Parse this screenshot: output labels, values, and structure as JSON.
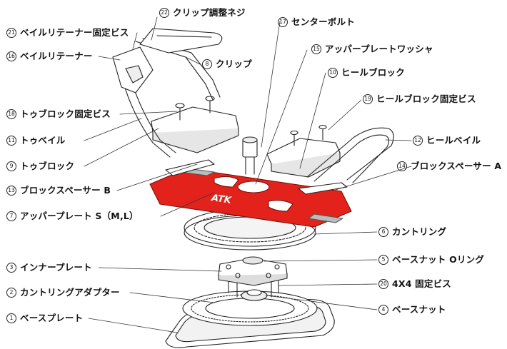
{
  "labels": {
    "p22": {
      "num": "22",
      "text": "クリップ調整ネジ"
    },
    "p21": {
      "num": "21",
      "text": "ベイルリテーナー固定ビス"
    },
    "p16": {
      "num": "16",
      "text": "ベイルリテーナー"
    },
    "p8": {
      "num": "8",
      "text": "クリップ"
    },
    "p17": {
      "num": "17",
      "text": "センターボルト"
    },
    "p15": {
      "num": "15",
      "text": "アッパープレートワッシャ"
    },
    "p10": {
      "num": "10",
      "text": "ヒールブロック"
    },
    "p19": {
      "num": "19",
      "text": "ヒールブロック固定ビス"
    },
    "p18": {
      "num": "18",
      "text": "トゥブロック固定ビス"
    },
    "p11": {
      "num": "11",
      "text": "トゥベイル"
    },
    "p12": {
      "num": "12",
      "text": "ヒールベイル"
    },
    "p9": {
      "num": "9",
      "text": "トゥブロック"
    },
    "p14": {
      "num": "14",
      "text": "ブロックスペーサー A"
    },
    "p13": {
      "num": "13",
      "text": "ブロックスペーサー B"
    },
    "p7": {
      "num": "7",
      "text": "アッパープレート S（M,L）"
    },
    "p6": {
      "num": "6",
      "text": "カントリング"
    },
    "p5": {
      "num": "5",
      "text": "ベースナット Oリング"
    },
    "p3": {
      "num": "3",
      "text": "インナープレート"
    },
    "p20": {
      "num": "20",
      "text": "4X4 固定ビス"
    },
    "p2": {
      "num": "2",
      "text": "カントリングアダプター"
    },
    "p4": {
      "num": "4",
      "text": "ベースナット"
    },
    "p1": {
      "num": "1",
      "text": "ベースプレート"
    }
  },
  "plate_logo": "ATK",
  "colors": {
    "plate_red": "#e3231b",
    "line": "#222222",
    "fill": "#ffffff",
    "shade": "#e6e6e6"
  }
}
